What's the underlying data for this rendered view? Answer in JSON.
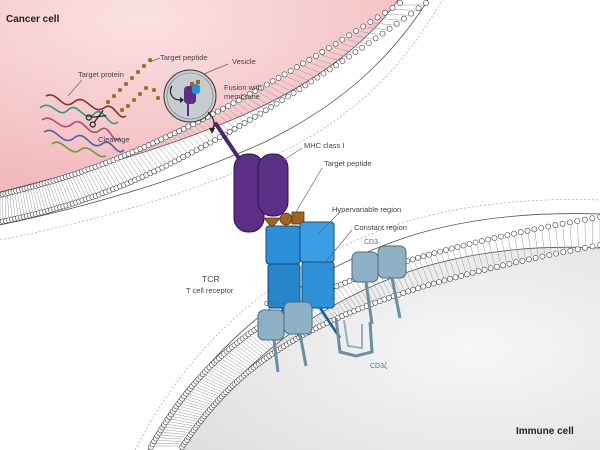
{
  "labels": {
    "cancer_cell": "Cancer cell",
    "immune_cell": "Immune cell",
    "target_protein": "Target protein",
    "target_peptide_top": "Target peptide",
    "vesicle": "Vesicle",
    "fusion_line1": "Fusion with",
    "fusion_line2": "membrane",
    "cleavage": "Cleavage",
    "mhc_class_i": "MHC class I",
    "target_peptide": "Target peptide",
    "hypervariable_region": "Hypervariable region",
    "constant_region": "Constant region",
    "tcr": "TCR",
    "tcr_sub": "T cell receptor",
    "cd3_left": "CD3",
    "cd3_right": "CD3",
    "cd3_zeta": "CD3ζ"
  },
  "colors": {
    "cancer_cell": "#f6c9cc",
    "immune_cell": "#e9e9e9",
    "mhc": "#5b2f86",
    "tcr": "#2a8fd6",
    "cd3": "#8fb1c6",
    "peptide": "#a1631f"
  }
}
